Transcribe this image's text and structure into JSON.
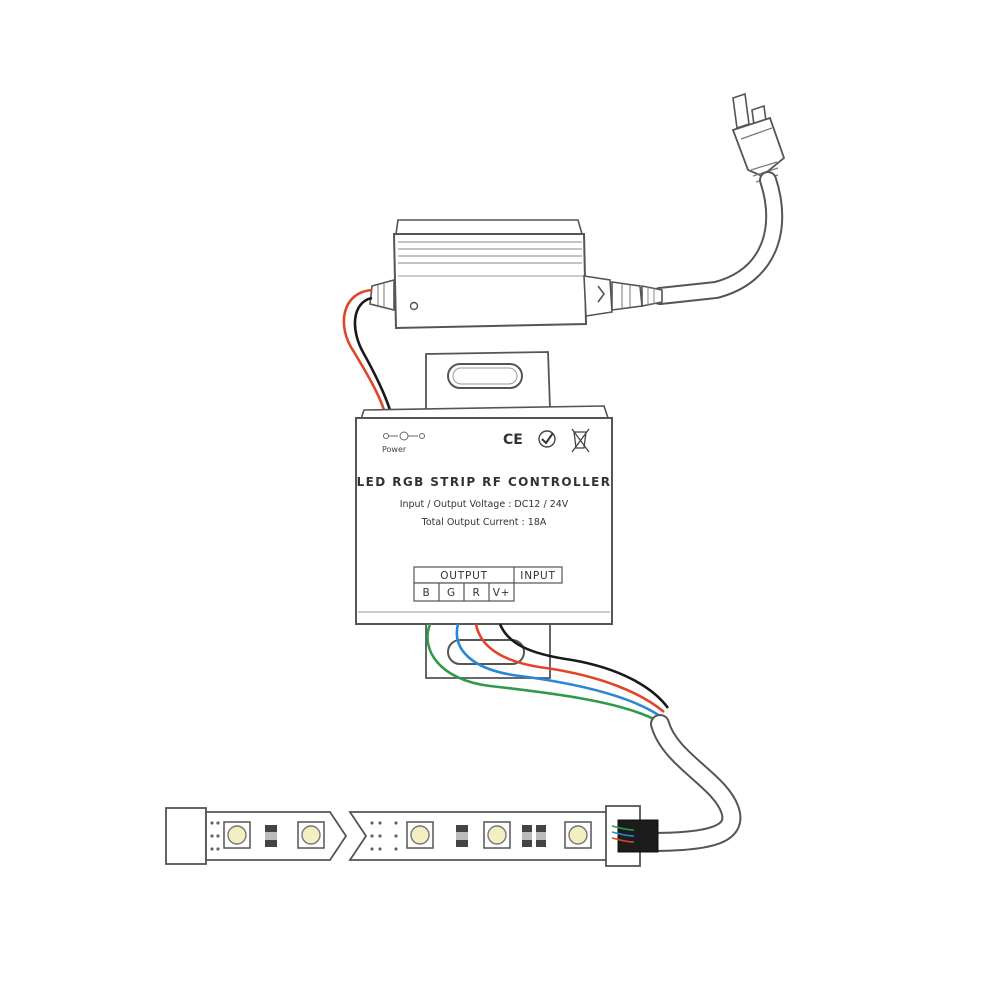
{
  "controller": {
    "title": "LED RGB STRIP RF CONTROLLER",
    "spec_line1": "Input / Output  Voltage : DC12 / 24V",
    "spec_line2": "Total  Output  Current : 18A",
    "power_label": "Power",
    "ce_mark": "CE",
    "ports": {
      "output_header": "OUTPUT",
      "input_header": "INPUT",
      "pins": [
        "B",
        "G",
        "R",
        "V+"
      ]
    }
  },
  "wire_colors": {
    "red": "#e0452a",
    "black": "#1a1a1a",
    "green": "#2f9a4a",
    "blue": "#2a86d6",
    "outline": "#555555"
  }
}
